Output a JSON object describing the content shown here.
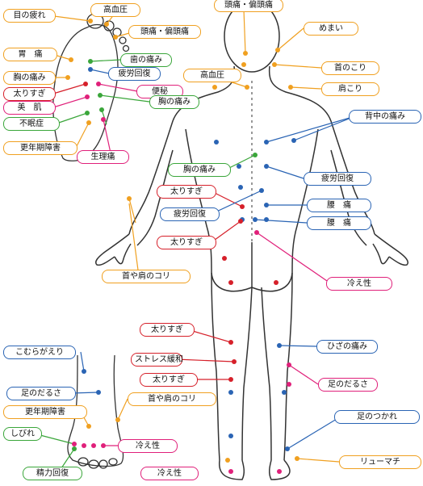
{
  "colors": {
    "orange": "#f0a020",
    "blue": "#2a64b4",
    "green": "#3aa63a",
    "red": "#d6202a",
    "pink": "#e0207a",
    "outline": "#333333"
  },
  "labels": {
    "me_no_tsukare": "目の疲れ",
    "kouketsuatsu_top": "高血圧",
    "zutsu_foot": "頭痛・偏頭痛",
    "i_itami": "胃　痛",
    "ha_no_itami": "歯の痛み",
    "mune_no_itami_foot": "胸の痛み",
    "hirou_kaifuku_foot": "疲労回復",
    "benpi": "便秘",
    "futorisugi_foot": "太りすぎ",
    "biki": "美　肌",
    "mune_no_itami_foot2": "胸の痛み",
    "fuminsho": "不眠症",
    "kounenki_foot": "更年期障害",
    "seiritsu": "生理痛",
    "zutsu_body": "頭痛・偏頭痛",
    "memai": "めまい",
    "kubi_no_kori": "首のこり",
    "kouketsuatsu_body": "高血圧",
    "kata_kori": "肩こり",
    "senaka_no_itami": "背中の痛み",
    "mune_no_itami_body": "胸の痛み",
    "hirou_kaifuku_back": "疲労回復",
    "futorisugi_body1": "太りすぎ",
    "youtsu1": "腰　痛",
    "hirou_kaifuku_body2": "疲労回復",
    "youtsu2": "腰　痛",
    "futorisugi_body2": "太りすぎ",
    "teashi_kori": "首や肩のコリ",
    "hiesho_body": "冷え性",
    "futorisugi_leg": "太りすぎ",
    "hiza_no_itami": "ひざの痛み",
    "kouraga_kaeri": "こむらがえり",
    "stress_kanwa": "ストレス緩和",
    "ashi_no_darusa_leg": "足のだるさ",
    "futorisugi_leg2": "太りすぎ",
    "ashi_no_darusa_side": "足のだるさ",
    "teashi_kori_2": "首や肩のコリ",
    "kounenki_side": "更年期障害",
    "ashi_no_tsukare": "足のつかれ",
    "shibire": "しびれ",
    "hiesho_side": "冷え性",
    "rheumatism": "リューマチ",
    "hiesho_bottom": "冷え性",
    "seiryoku_kaifuku": "精力回復"
  }
}
